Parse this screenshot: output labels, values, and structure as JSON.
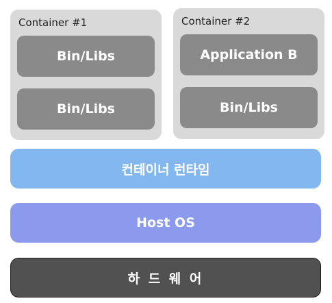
{
  "containers": [
    {
      "title": "Container #1",
      "boxes": [
        "Bin/Libs",
        "Bin/Libs"
      ]
    },
    {
      "title": "Container #2",
      "boxes": [
        "Application B",
        "Bin/Libs"
      ]
    }
  ],
  "layers": {
    "runtime": "컨테이너 런타임",
    "host_os": "Host OS",
    "hardware": "하 드 웨 어"
  },
  "colors": {
    "container_bg": "#d9d9d9",
    "box_bg": "#8a8a8a",
    "runtime": "#82b7f0",
    "host_os": "#8c9aed",
    "hardware": "#515151"
  }
}
